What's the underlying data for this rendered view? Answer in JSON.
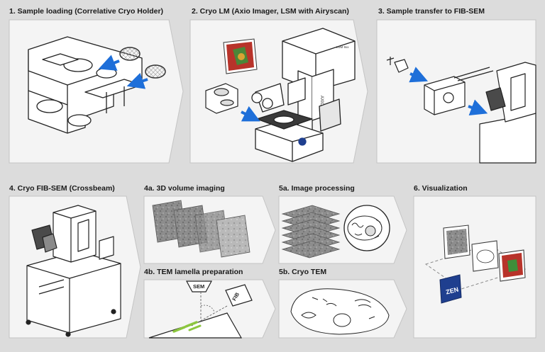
{
  "steps": {
    "s1": {
      "title": "1. Sample loading (Correlative Cryo Holder)"
    },
    "s2": {
      "title": "2. Cryo LM (Axio Imager, LSM with Airyscan)",
      "microscope_label": "LSM 9xx",
      "brand_label": "AXIO"
    },
    "s3": {
      "title": "3. Sample transfer to FIB-SEM"
    },
    "s4": {
      "title": "4. Cryo FIB-SEM (Crossbeam)"
    },
    "s4a": {
      "title": "4a. 3D volume imaging"
    },
    "s4b": {
      "title": "4b. TEM lamella preparation",
      "sem_label": "SEM",
      "fib_label": "FIB"
    },
    "s5a": {
      "title": "5a. Image processing"
    },
    "s5b": {
      "title": "5b. Cryo TEM"
    },
    "s6": {
      "title": "6. Visualization",
      "zen_label": "ZEN"
    }
  },
  "colors": {
    "background": "#dcdcdc",
    "panel": "#f4f4f4",
    "panel_stroke": "#bdbdbd",
    "arrow_blue": "#1e6fd9",
    "zen_blue": "#1f3f8f",
    "lamella_green": "#8cc63f",
    "fluorescence_red": "#c0392b"
  }
}
